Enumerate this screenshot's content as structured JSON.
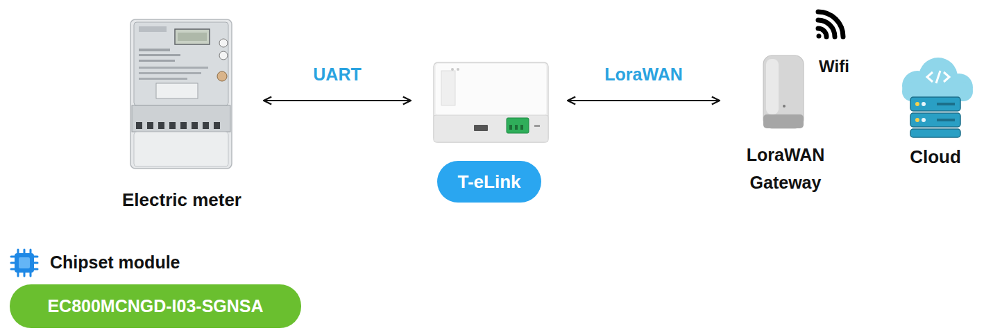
{
  "diagram": {
    "nodes": [
      {
        "text": [
          "Electric meter"
        ]
      },
      {
        "text": [
          "T-eLink"
        ]
      },
      {
        "text": [
          "LoraWAN Gateway"
        ]
      },
      {
        "text": [
          "Cloud"
        ]
      },
      {
        "text": [
          "Chipset module",
          "EC800MCNGD-I03-SGNSA"
        ]
      }
    ],
    "edges": [
      {
        "from": 0,
        "to": 1,
        "label": "UART",
        "arrow": "both"
      },
      {
        "from": 1,
        "to": 2,
        "label": "LoraWAN",
        "arrow": "both"
      }
    ],
    "labels": [
      "Wifi"
    ]
  }
}
